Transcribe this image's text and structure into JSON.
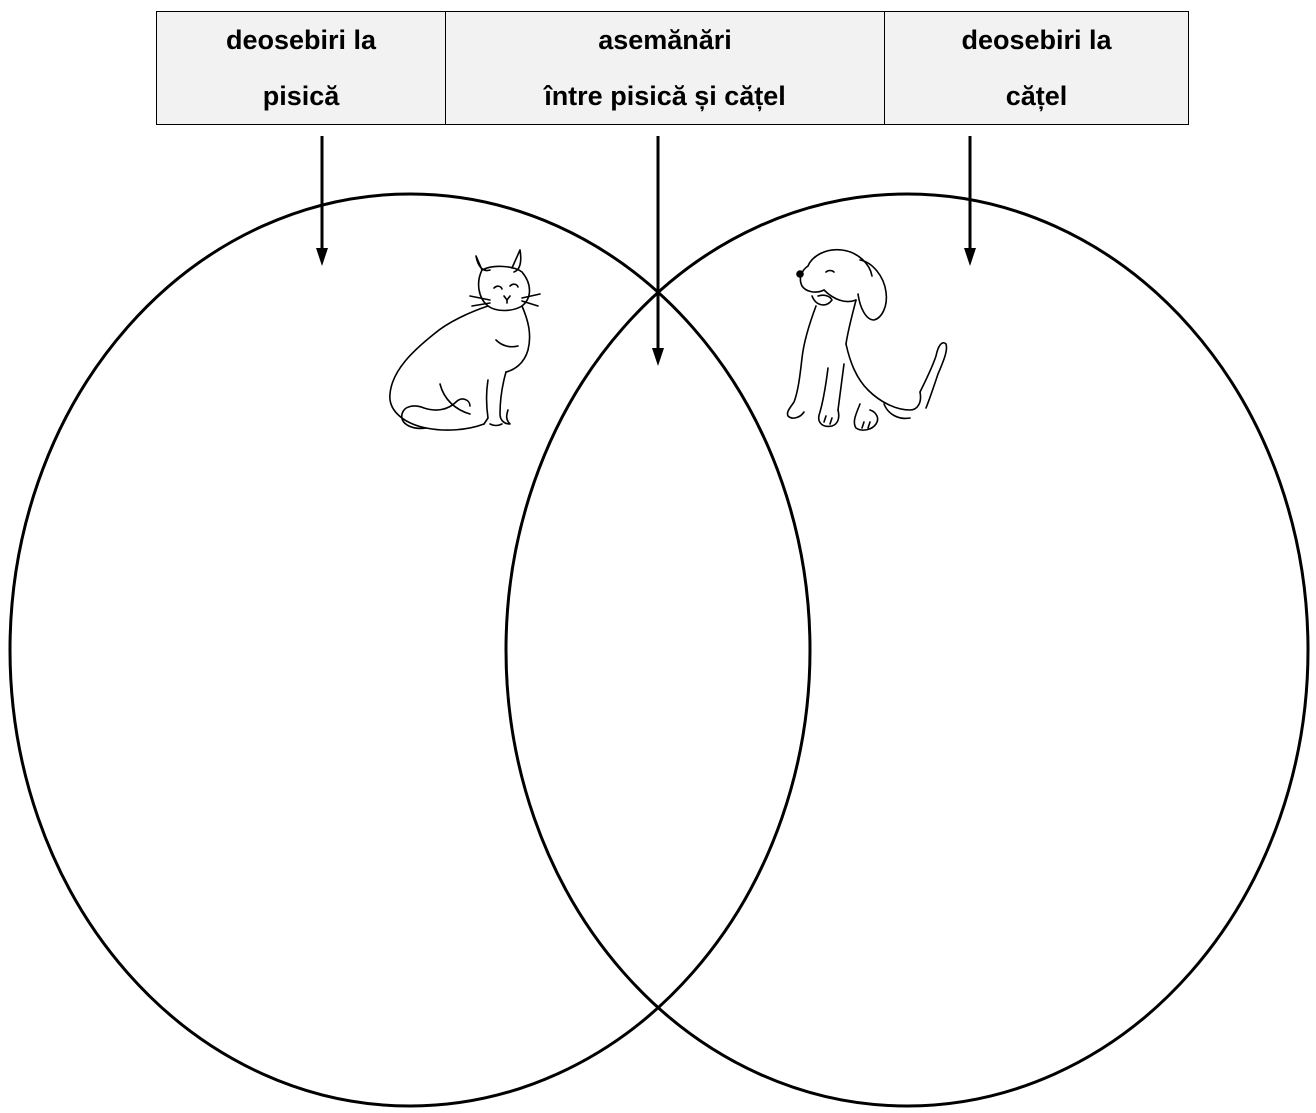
{
  "header": {
    "cells": [
      {
        "line1": "deosebiri la",
        "line2": "pisică"
      },
      {
        "line1": "asemănări",
        "line2": "între pisică și cățel"
      },
      {
        "line1": "deosebiri la",
        "line2": "cățel"
      }
    ]
  },
  "illustrations": {
    "left": "cat-drawing",
    "right": "dog-drawing"
  },
  "colors": {
    "line": "#000000",
    "header_bg": "#f2f2f2"
  }
}
